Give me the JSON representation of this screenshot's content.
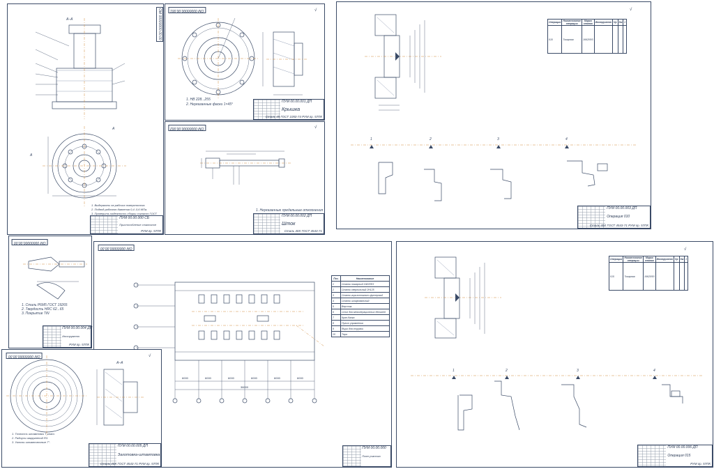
{
  "sheets": {
    "assembly": {
      "tag": "ОМ 00000000.00.00",
      "stamp_code": "ПУМ 00.00.000 СБ",
      "stamp_name": "Приспособление станочное",
      "stamp_org": "РУМ гр. 57ПК",
      "section_label": "А–А",
      "notes": [
        "1. Выдержать на рабочих поверхностях.",
        "2. Подвод рабочего давления 0,4..0,6 МПа.",
        "3. Проверить надежность сборки согласно ГОСТ."
      ]
    },
    "cover": {
      "tag": "ОМ 00000000.00.001",
      "stamp_code": "ПУМ 00.00.001 ДП",
      "stamp_name": "Крышка",
      "stamp_org": "Сталь 45 ГОСТ 1050-74  РУМ гр. 57ПК"
    },
    "rod": {
      "tag": "ОМ 00000000.00.002",
      "stamp_code": "ПУМ 00.00.002 ДП",
      "stamp_name": "Шток",
      "stamp_org": "Сталь 40Х ГОСТ 4543-71"
    },
    "operation_top": {
      "stamp_code": "ПУМ 00.00.003 ДП",
      "stamp_name": "Операция 010",
      "stamp_org": "Сталь 40Х ГОСТ 4543-71  РУМ гр. 57ПК"
    },
    "tool": {
      "tag": "ОМ 00000000.00.00",
      "stamp_code": "ПУМ 00.00.004 ДП",
      "stamp_name": "Инструмент",
      "stamp_org": "РУМ гр. 57ПК"
    },
    "layout": {
      "tag": "ОМ 00000000.00.00",
      "stamp_code": "ПУМ 00.00.000",
      "stamp_name": "План участка",
      "dims": [
        "6000",
        "6000",
        "6000",
        "6000",
        "6000",
        "6000"
      ],
      "total": "36000",
      "rows": [
        "1",
        "2",
        "3",
        "4",
        "5",
        "6",
        "7"
      ]
    },
    "blank": {
      "tag": "ОМ 00000000.00.00",
      "stamp_code": "ПУМ 00.00.005 ДП",
      "stamp_name": "Заготовка-штамповка",
      "stamp_org": "Сталь 40Х ГОСТ 4543-71  РУМ гр. 57ПК",
      "section_label": "А–А",
      "notes": [
        "1. Точность штамповки Т-класс.",
        "2. Радиусы закруглений R3.",
        "3. Уклоны штамповочные 7°."
      ]
    },
    "operation_bottom": {
      "stamp_code": "ПУМ 00.00.006 ДП",
      "stamp_name": "Операция 015",
      "stamp_org": "РУМ гр. 57ПК"
    }
  },
  "spec_table": {
    "headers": [
      "Поз.",
      "Наименование"
    ],
    "rows": [
      "Станок токарный 16К20Ф3",
      "Станок сверлильный 2Н125",
      "Станок горизонтально-фрезерный",
      "Станок шлифовальный",
      "Верстак",
      "Стол для межоперационных деталей",
      "Кран-балка",
      "Пульт управления",
      "Ящик для стружки",
      "Тара"
    ]
  },
  "route_table_top": {
    "headers": [
      "Операция",
      "Наименование операции",
      "Марка станка",
      "Инструмент",
      "Vр",
      "Sм",
      "t"
    ],
    "op": "010",
    "name": "Токарная",
    "machine": "16К20Ф3"
  },
  "route_table_bottom": {
    "headers": [
      "Операция",
      "Наименование операции",
      "Марка станка",
      "Инструмент",
      "Vр",
      "Sм",
      "t"
    ],
    "op": "015",
    "name": "Токарная",
    "machine": "16К20Ф3"
  }
}
